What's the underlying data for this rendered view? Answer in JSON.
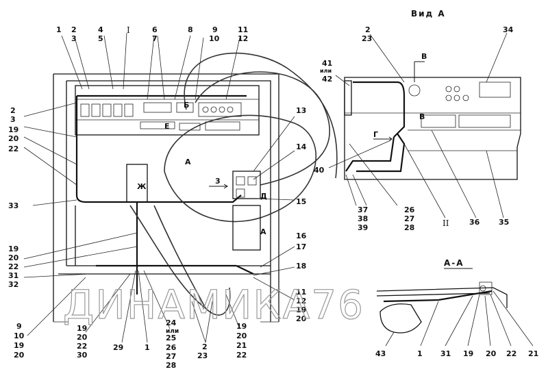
{
  "view_a": {
    "title": "Вид А",
    "callouts": {
      "c34": "34",
      "c2": "2",
      "c23": "23",
      "c41": "41",
      "ili": "или",
      "c42": "42",
      "arrow_v": "В",
      "mark_v": "В",
      "arrow_g": "Г",
      "c40": "40",
      "c37": "37",
      "c38": "38",
      "c39": "39",
      "c26": "26",
      "c27": "27",
      "c28": "28",
      "roman_ii": "II",
      "c36": "36",
      "c35": "35"
    }
  },
  "section_aa": {
    "title": "А-А",
    "callouts": {
      "c43": "43",
      "c1": "1",
      "c31": "31",
      "c19": "19",
      "c20": "20",
      "c22": "22",
      "c21": "21"
    }
  },
  "main_view": {
    "top": {
      "c1": "1",
      "c2": "2",
      "c3": "3",
      "c4": "4",
      "c5": "5",
      "roman_i": "I",
      "c6": "6",
      "c7": "7",
      "c8": "8",
      "c9": "9",
      "c10": "10",
      "c11": "11",
      "c12": "12"
    },
    "left": {
      "c2": "2",
      "c3": "3",
      "c19": "19",
      "c20": "20",
      "c22": "22",
      "c33": "33",
      "c19b": "19",
      "c20b": "20",
      "c22b": "22",
      "c31": "31",
      "c32": "32",
      "c9": "9",
      "c10": "10",
      "c19c": "19",
      "c20c": "20"
    },
    "right": {
      "c13": "13",
      "c14": "14",
      "c15": "15",
      "c16": "16",
      "c17": "17",
      "c18": "18",
      "c11": "11",
      "c12": "12",
      "c19": "19",
      "c20": "20"
    },
    "bottom": {
      "c19": "19",
      "c20": "20",
      "c22": "22",
      "c30": "30",
      "c29": "29",
      "c1": "1",
      "c24": "24",
      "ili": "или",
      "c25": "25",
      "c26": "26",
      "c27": "27",
      "c28": "28",
      "c2": "2",
      "c23": "23",
      "c19b": "19",
      "c20b": "20",
      "c21": "21",
      "c22b": "22"
    },
    "inner": {
      "mark_b": "Б",
      "mark_e": "Е",
      "mark_a1": "А",
      "mark_zh": "Ж",
      "arrow3": "3",
      "mark_d": "Д",
      "mark_a2": "А"
    }
  },
  "watermark": "ДИНАМИКА76"
}
